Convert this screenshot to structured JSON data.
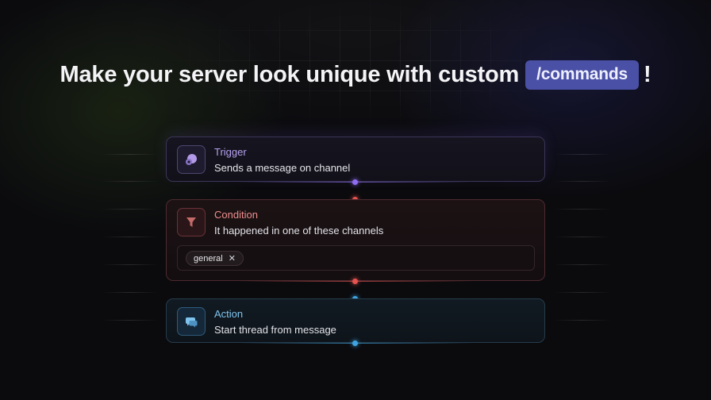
{
  "headline": {
    "text": "Make your server look unique with custom",
    "pill": "/commands",
    "suffix": "!"
  },
  "colors": {
    "accent_pill": "#4a50a5",
    "trigger": "#b7a3ef",
    "condition": "#ee8f8d",
    "action": "#7fc4ee",
    "dot_trigger": "#8f6cf0",
    "dot_condition": "#e55350",
    "dot_action": "#3fa5e0"
  },
  "cards": {
    "trigger": {
      "title": "Trigger",
      "description": "Sends a message on channel",
      "icon": "chat-bubble-icon"
    },
    "condition": {
      "title": "Condition",
      "description": "It happened in one of these channels",
      "icon": "filter-funnel-icon",
      "chips": [
        {
          "label": "general",
          "remove": "✕"
        }
      ]
    },
    "action": {
      "title": "Action",
      "description": "Start thread from message",
      "icon": "thread-bubbles-icon"
    }
  }
}
